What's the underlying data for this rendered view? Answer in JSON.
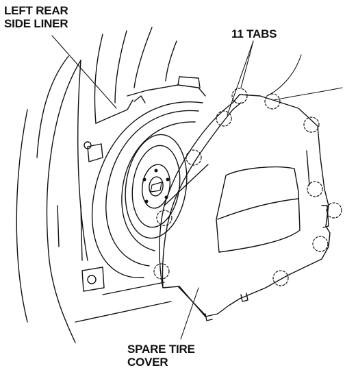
{
  "labels": {
    "left_rear_side_liner": [
      "LEFT REAR",
      "SIDE LINER"
    ],
    "tabs": "11 TABS",
    "spare_tire_cover": [
      "SPARE TIRE",
      "COVER"
    ]
  },
  "tab_count": 11,
  "colors": {
    "line": "#111111",
    "background": "#ffffff"
  }
}
